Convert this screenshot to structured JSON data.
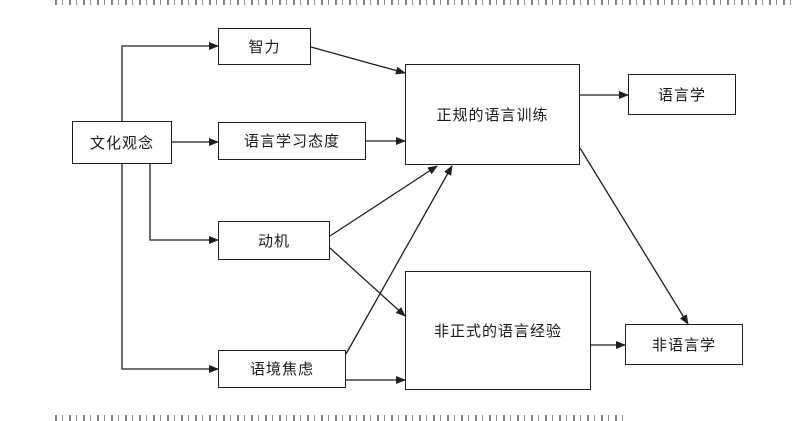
{
  "diagram": {
    "title": "language-learning-factors-flow-diagram",
    "colors": {
      "background": "#ffffff",
      "line": "#1f1f1f",
      "box_border": "#1f1f1f",
      "text": "#1a1a1a"
    },
    "nodes": {
      "culture": {
        "label": "文化观念"
      },
      "intelligence": {
        "label": "智力"
      },
      "attitude": {
        "label": "语言学习态度"
      },
      "motivation": {
        "label": "动机"
      },
      "anxiety": {
        "label": "语境焦虑"
      },
      "formal": {
        "label": "正规的语言训练"
      },
      "informal": {
        "label": "非正式的语言经验"
      },
      "linguistic": {
        "label": "语言学"
      },
      "nonlinguistic": {
        "label": "非语言学"
      }
    },
    "edges": [
      {
        "from": "culture",
        "to": "intelligence"
      },
      {
        "from": "culture",
        "to": "attitude"
      },
      {
        "from": "culture",
        "to": "motivation"
      },
      {
        "from": "culture",
        "to": "anxiety"
      },
      {
        "from": "intelligence",
        "to": "formal"
      },
      {
        "from": "attitude",
        "to": "formal"
      },
      {
        "from": "motivation",
        "to": "formal"
      },
      {
        "from": "motivation",
        "to": "informal"
      },
      {
        "from": "anxiety",
        "to": "formal"
      },
      {
        "from": "anxiety",
        "to": "informal"
      },
      {
        "from": "formal",
        "to": "linguistic"
      },
      {
        "from": "formal",
        "to": "nonlinguistic"
      },
      {
        "from": "informal",
        "to": "nonlinguistic"
      }
    ]
  }
}
